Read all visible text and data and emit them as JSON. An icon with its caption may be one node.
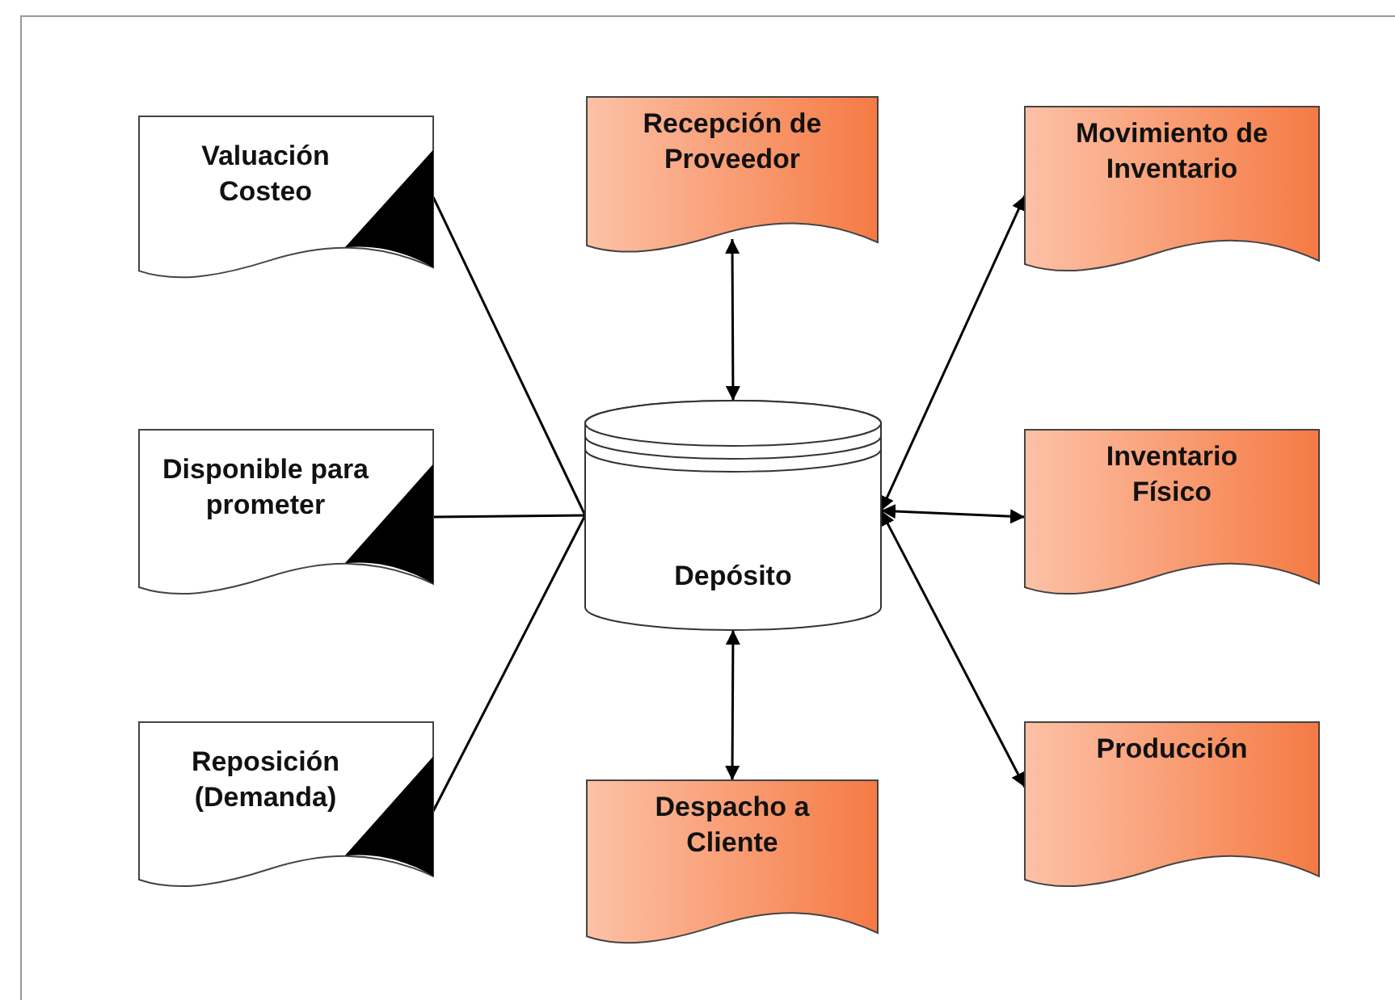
{
  "diagram": {
    "nodes": [
      {
        "text": [
          "Valuación Costeo"
        ]
      },
      {
        "text": [
          "Recepción de Proveedor"
        ]
      },
      {
        "text": [
          "Movimiento de Inventario"
        ]
      },
      {
        "text": [
          "Disponible para prometer"
        ]
      },
      {
        "text": [
          "Depósito"
        ]
      },
      {
        "text": [
          "Inventario Físico"
        ]
      },
      {
        "text": [
          "Reposición (Demanda)"
        ]
      },
      {
        "text": [
          "Despacho a Cliente"
        ]
      },
      {
        "text": [
          "Producción"
        ]
      }
    ],
    "edges": [
      {
        "from": 4,
        "to": 0,
        "arrow": "none"
      },
      {
        "from": 4,
        "to": 3,
        "arrow": "none"
      },
      {
        "from": 4,
        "to": 6,
        "arrow": "none"
      },
      {
        "from": 4,
        "to": 1,
        "arrow": "both"
      },
      {
        "from": 4,
        "to": 7,
        "arrow": "both"
      },
      {
        "from": 4,
        "to": 2,
        "arrow": "both"
      },
      {
        "from": 4,
        "to": 5,
        "arrow": "both"
      },
      {
        "from": 4,
        "to": 8,
        "arrow": "both"
      }
    ]
  }
}
